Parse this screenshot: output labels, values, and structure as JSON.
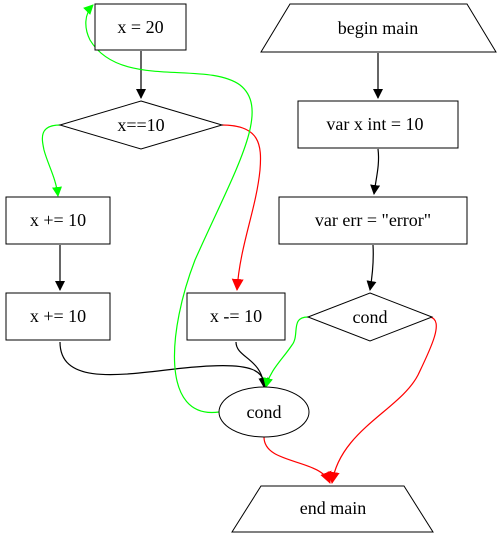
{
  "nodes": {
    "x_assign": "x = 20",
    "x_eq_cond": "x==10",
    "x_plus_a": "x += 10",
    "x_plus_b": "x += 10",
    "x_minus": "x -= 10",
    "cond_ellipse": "cond",
    "begin": "begin main",
    "var_x": "var x int = 10",
    "var_err": "var err = \"error\"",
    "cond_diamond": "cond",
    "end": "end main"
  },
  "colors": {
    "default_edge": "#000000",
    "true_edge": "#00ff00",
    "false_edge": "#ff0000"
  }
}
